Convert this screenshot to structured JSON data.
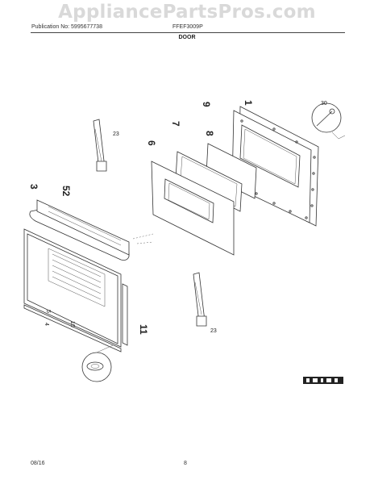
{
  "watermark": "AppliancePartsPros.com",
  "header": {
    "publication": "Publication No: 5995677738",
    "model": "FFEF3009P",
    "section_title": "DOOR"
  },
  "callouts": {
    "hinge_top": "23",
    "hinge_bottom": "23",
    "part_1": "1",
    "part_2": "2",
    "part_3": "3",
    "part_4": "4",
    "part_5": "5",
    "part_6": "6",
    "part_7": "7",
    "part_8": "8",
    "part_9": "9",
    "part_10": "10",
    "part_11": "11",
    "part_30": "30",
    "part_52": "52"
  },
  "footer": {
    "date": "08/16",
    "page": "8"
  }
}
